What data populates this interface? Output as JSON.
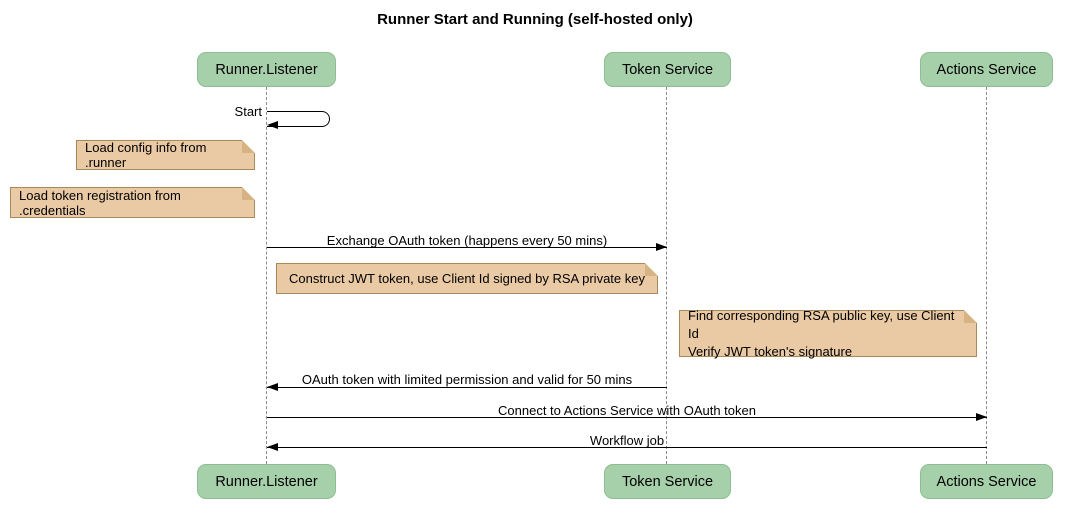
{
  "diagram": {
    "type": "sequence",
    "title": "Runner Start and Running (self-hosted only)"
  },
  "participants": [
    {
      "name": "Runner.Listener"
    },
    {
      "name": "Token Service"
    },
    {
      "name": "Actions Service"
    }
  ],
  "messages": [
    {
      "label": "Start",
      "from": "Runner.Listener",
      "to": "Runner.Listener",
      "kind": "self"
    },
    {
      "label": "Exchange OAuth token (happens every 50 mins)",
      "from": "Runner.Listener",
      "to": "Token Service",
      "kind": "solid-arrow"
    },
    {
      "label": "OAuth token with limited permission and valid for 50 mins",
      "from": "Token Service",
      "to": "Runner.Listener",
      "kind": "solid-arrow"
    },
    {
      "label": "Connect to Actions Service with OAuth token",
      "from": "Runner.Listener",
      "to": "Actions Service",
      "kind": "solid-arrow"
    },
    {
      "label": "Workflow job",
      "from": "Actions Service",
      "to": "Runner.Listener",
      "kind": "solid-arrow"
    }
  ],
  "notes": [
    {
      "text": "Load config info from .runner",
      "position": "left of Runner.Listener"
    },
    {
      "text": "Load token registration from .credentials",
      "position": "left of Runner.Listener"
    },
    {
      "text": "Construct JWT token, use Client Id signed by RSA private key",
      "position": "between Runner.Listener and Token Service"
    },
    {
      "lines": [
        "Find corresponding RSA public key, use Client Id",
        "Verify JWT token's signature"
      ],
      "position": "left of Actions Service"
    }
  ],
  "colors": {
    "participant_fill": "#a6d0a9",
    "participant_border": "#8dbd91",
    "note_fill": "#eacaa4",
    "note_border": "#a8895b",
    "note_fold": "#d7b283",
    "lifeline": "#8a8a8a",
    "arrow": "#000000",
    "background": "#ffffff",
    "text": "#000000"
  }
}
